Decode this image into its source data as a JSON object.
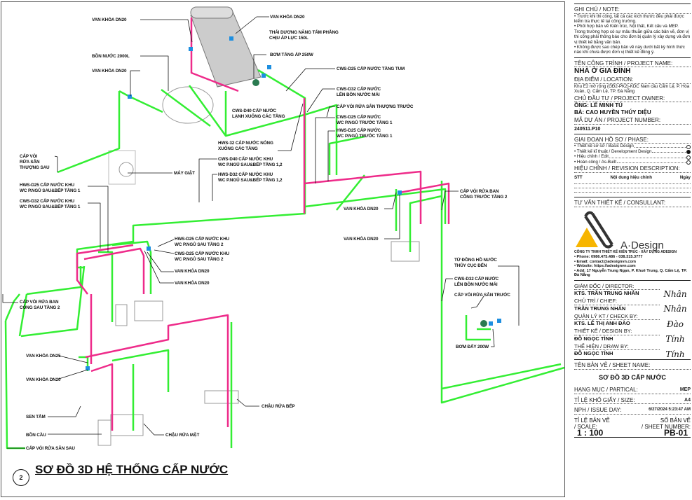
{
  "drawing": {
    "number": "2",
    "title": "SƠ ĐỒ 3D HỆ THỐNG CẤP NƯỚC",
    "labels": [
      [
        "VAN KHÓA DN20"
      ],
      [
        "VAN KHÓA DN20"
      ],
      [
        "THÁI DƯƠNG NĂNG TẤM PHẲNG",
        "CHỊU ÁP LỰC 150L"
      ],
      [
        "BỒN NƯỚC 2000L"
      ],
      [
        "VAN KHÓA DN20"
      ],
      [
        "BƠM TĂNG ÁP 250W"
      ],
      [
        "CWS-D25 CẤP NƯỚC TẦNG TUM"
      ],
      [
        "CWS-D32 CẤP NƯỚC",
        "LÊN BỒN NƯỚC MÁI"
      ],
      [
        "CẤP VÒI RỬA SÂN THƯỢNG TRƯỚC"
      ],
      [
        "CWS-D40 CẤP NƯỚC",
        "LẠNH XUỐNG CÁC TẦNG"
      ],
      [
        "CWS-D25 CẤP NƯỚC",
        "WC P.NGỦ TRƯỚC TẦNG 1"
      ],
      [
        "HWS-D25 CẤP NƯỚC",
        "WC P.NGỦ TRƯỚC TẦNG 1"
      ],
      [
        "HWS-32 CẤP NƯỚC NÓNG",
        "XUỐNG CÁC TẦNG"
      ],
      [
        "CẤP VÒI",
        "RỬA SÂN",
        "THƯỢNG SAU"
      ],
      [
        "MÁY GIẶT"
      ],
      [
        "CWS-D40 CẤP NƯỚC KHU",
        "WC P.NGỦ SAU&BẾP TẦNG 1,2"
      ],
      [
        "HWS-D32 CẤP NƯỚC KHU",
        "WC P.NGỦ SAU&BẾP TẦNG 1,2"
      ],
      [
        "HWS-D25 CẤP NƯỚC KHU",
        "WC P.NGỦ SAU&BẾP TẦNG 1"
      ],
      [
        "CWS-D32 CẤP NƯỚC KHU",
        "WC P.NGỦ SAU&BẾP TẦNG 1"
      ],
      [
        "CẤP VÒI RỬA BAN",
        "CÔNG TRƯỚC TẦNG 2"
      ],
      [
        "VAN KHÓA DN20"
      ],
      [
        "VAN KHÓA DN20"
      ],
      [
        "HWS-D25 CẤP NƯỚC KHU",
        "WC P.NGỦ SAU TẦNG 2"
      ],
      [
        "CWS-D25 CẤP NƯỚC KHU",
        "WC P.NGỦ SAU TẦNG 2"
      ],
      [
        "VAN KHÓA DN20"
      ],
      [
        "VAN KHÓA DN20"
      ],
      [
        "TỪ ĐỒNG HỒ NƯỚC",
        "THỦY CỤC ĐẾN"
      ],
      [
        "CWS-D32 CẤP NƯỚC",
        "LÊN BỒN NƯỚC MÁI"
      ],
      [
        "CẤP VÒI RỬA SÂN TRƯỚC"
      ],
      [
        "BƠM ĐẨY 200W"
      ],
      [
        "CẤP VÒI RỬA BAN",
        "CÔNG SAU TẦNG 2"
      ],
      [
        "VAN KHÓA DN25"
      ],
      [
        "VAN KHÓA DN20"
      ],
      [
        "SEN TẮM"
      ],
      [
        "CHẬU RỬA BẾP"
      ],
      [
        "BỒN CẦU"
      ],
      [
        "CHẬU RỬA MẶT"
      ],
      [
        "CẤP VÒI RỬA SÂN SAU"
      ]
    ],
    "colors": {
      "cold": "#33ee33",
      "hot": "#ee2b8a",
      "valve": "#1e8fe0"
    }
  },
  "titleblock": {
    "note_h": "GHI CHÚ / NOTE:",
    "notes": [
      "• Trước khi thi công, tất cả các kích thước đều phải được kiểm tra thực tế tại công trường.",
      "• Phối hợp bản vẽ Kiến trúc, Nội thất, Kết cấu và MEP. Trong trường hợp có sự mâu thuẫn giữa các bản vẽ, đơn vị thi công phải thông báo cho đơn bị quản lý xây dựng và đơn vị thiết kế bằng văn bản.",
      "• Không được sao chép bản vẽ này dưới bất kỳ hình thức nào khi chưa được đơn vị thiết kế đồng ý."
    ],
    "project_h": "TÊN CÔNG TRÌNH / PROJECT NAME:",
    "project": "NHÀ Ở GIA ĐÌNH",
    "location_h": "ĐỊA ĐIỂM / LOCATION:",
    "location": "Khu E2 mở rộng (GĐ2-PK2)-KDC Nam cầu Cẩm Lệ, P. Hòa Xuân, Q. Cẩm Lệ, TP. Đà Nẵng",
    "owner_h": "CHỦ ĐẦU TƯ / PROJECT OWNER:",
    "owner1": "ÔNG: LÊ MINH TÚ",
    "owner2": "BÀ: CAO HUYỀN THÚY DIỆU",
    "number_h": "MÃ DỰ ÁN / PROJECT NUMBER:",
    "number": "240511.P10",
    "phase_h": "GIAI ĐOẠN HỒ SƠ / PHASE:",
    "phases": [
      {
        "label": "• Thiết kế cơ sở / Basic Design",
        "on": false
      },
      {
        "label": "• Thiết kế kĩ thuật / Development Design",
        "on": true
      },
      {
        "label": "• Hiệu chỉnh / Edit",
        "on": false
      },
      {
        "label": "• Hoàn công / As-Built",
        "on": false
      }
    ],
    "rev_h": "HIỆU CHỈNH / REVISION DESCRIPTION:",
    "rev_cols": [
      "STT",
      "Nội dung hiệu chỉnh",
      "Ngày"
    ],
    "consult_h": "TƯ VẤN THIẾT KẾ / CONSULLANT:",
    "logo": "A·Design",
    "company": "CÔNG TY TNHH THIẾT KẾ KIẾN TRÚC - XÂY DỰNG ADESIGN",
    "contacts": [
      "• Phone: 0986.475.486 - 038.315.3777",
      "• Email: contact@adesignvn.com",
      "• Website: https://adesignvn.com",
      "• Add: 17 Nguyễn Trung Ngạn, P. Khuê Trung, Q. Cẩm Lệ, TP. Đà Nẵng"
    ],
    "people": [
      {
        "role": "GIÁM ĐỐC / DIRECTOR:",
        "name": "KTS. TRẦN TRUNG NHÂN"
      },
      {
        "role": "CHỦ TRÌ / CHIEF:",
        "name": "TRẦN TRUNG NHÂN"
      },
      {
        "role": "QUẢN LÝ KT / CHECK BY:",
        "name": "KTS. LÊ THỊ ANH ĐÀO"
      },
      {
        "role": "THIẾT KẾ / DESIGN BY:",
        "name": "ĐỖ NGỌC TÍNH"
      },
      {
        "role": "THỂ HIỆN / DRAW BY:",
        "name": "ĐỖ NGỌC TÍNH"
      }
    ],
    "sheet_h": "TÊN BẢN VẼ / SHEET NAME:",
    "sheet": "SƠ ĐỒ 3D CẤP NƯỚC",
    "partical_h": "HẠNG MỤC / PARTICAL:",
    "partical": "MEP",
    "size_h": "TỈ LỆ KHỔ GIẤY / SIZE:",
    "size": "A4",
    "issue_h": "NPH / ISSUE DAY:",
    "issue": "6/27/2024 5:23:47 AM",
    "scale_h1": "TỈ LỆ BẢN VẼ",
    "scale_h2": "/ SCALE:",
    "scale": "1 : 100",
    "sheetno_h1": "SỐ BẢN VẼ",
    "sheetno_h2": "/ SHEET NUMBER:",
    "sheetno": "PB-01"
  }
}
